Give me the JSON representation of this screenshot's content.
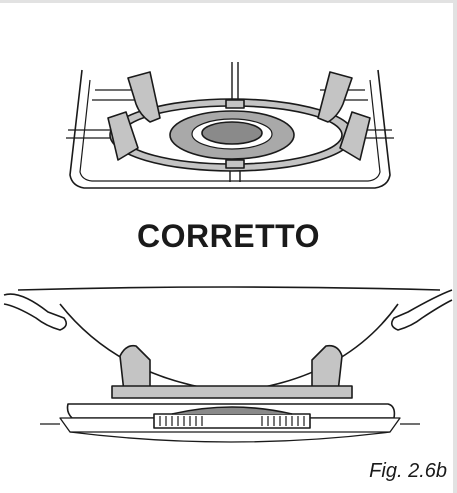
{
  "caption": "CORRETTO",
  "figure_label": "Fig. 2.6b",
  "illustrations": {
    "top": "burner-top-view",
    "bottom": "wok-on-burner-side-view"
  },
  "colors": {
    "line": "#1a1a1a",
    "support_fill": "#c4c4c4",
    "burner_fill": "#a9a9a9",
    "burner_dark": "#8a8a8a",
    "frame": "#e2e2e2"
  }
}
